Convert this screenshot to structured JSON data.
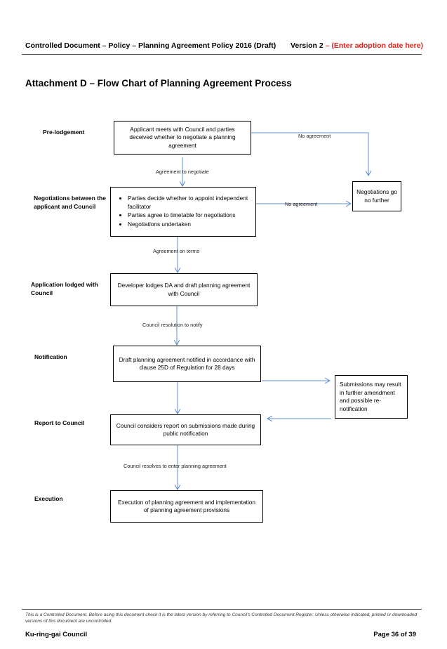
{
  "header": {
    "doc_title": "Controlled Document – Policy – Planning Agreement Policy 2016 (Draft)",
    "version_label": "Version 2",
    "version_note": " – (Enter adoption date here)",
    "note_color": "#e0201b"
  },
  "attachment_title": "Attachment D – Flow Chart of Planning Agreement Process",
  "stages": {
    "pre_lodgement": "Pre-lodgement",
    "negotiations": "Negotiations between the applicant and Council",
    "application_lodged": "Application lodged with Council",
    "notification": "Notification",
    "report": "Report to Council",
    "execution": "Execution"
  },
  "boxes": {
    "box1": "Applicant meets with Council and parties deceived whether to negotiate a planning agreement",
    "box2_items": [
      "Parties decide whether to appoint independent facilitator",
      "Parties agree to timetable for negotiations",
      "Negotiations undertaken"
    ],
    "box3": "Developer lodges DA and draft planning agreement with Council",
    "box4": "Draft planning agreement notified in accordance with clause 25D of Regulation for 28 days",
    "box5": "Council considers report on submissions made during public notification",
    "box6": "Execution of planning agreement and implementation of planning agreement provisions",
    "side_no_further": "Negotiations go no further",
    "side_submissions": "Submissions may result in further amendment and possible re-notification"
  },
  "labels": {
    "no_agreement_1": "No agreement",
    "no_agreement_2": "No agreement",
    "agreement_to_negotiate": "Agreement to negotiate",
    "agreement_on_terms": "Agreement on terms",
    "resolution_to_notify": "Council resolution to notify",
    "resolves_to_enter": "Council resolves to enter planning agreement"
  },
  "footer": {
    "note": "This is a Controlled Document. Before using this document check it is the latest version by referring to Council's Controlled Document Register. Unless otherwise indicated, printed or downloaded versions of this document are uncontrolled.",
    "org": "Ku-ring-gai Council",
    "page": "Page 36 of 39"
  },
  "colors": {
    "arrow": "#5b8fd0",
    "rule": "#555555"
  }
}
